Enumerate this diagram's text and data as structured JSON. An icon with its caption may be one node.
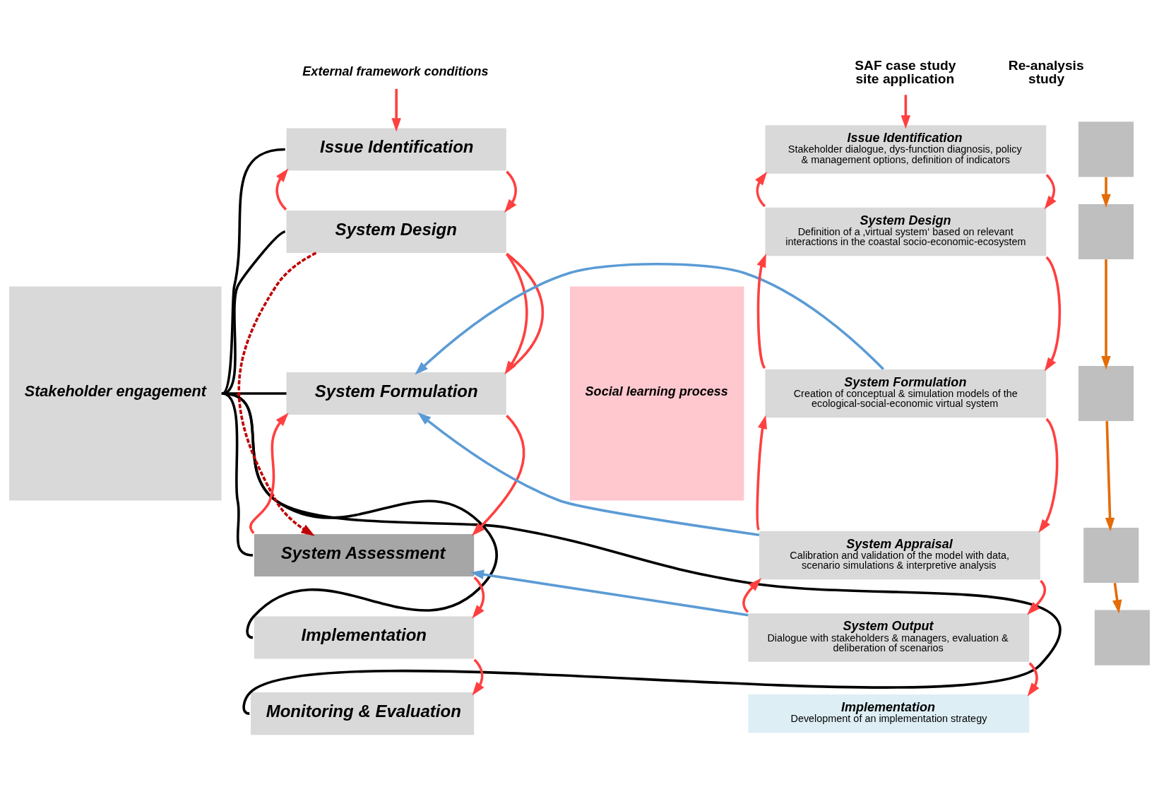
{
  "diagram": {
    "nodes": [
      {
        "text": [
          "External framework conditions"
        ]
      },
      {
        "text": [
          "Stakeholder engagement"
        ]
      },
      {
        "text": [
          "Issue Identification"
        ]
      },
      {
        "text": [
          "System Design"
        ]
      },
      {
        "text": [
          "System Formulation"
        ]
      },
      {
        "text": [
          "System Assessment"
        ]
      },
      {
        "text": [
          "Implementation"
        ]
      },
      {
        "text": [
          "Monitoring & Evaluation"
        ]
      },
      {
        "text": [
          "SAF case study site application"
        ]
      },
      {
        "text": [
          "Re-analysis study"
        ]
      },
      {
        "text": [
          "Social learning process"
        ]
      },
      {
        "text": [
          "Issue Identification",
          "Stakeholder dialogue, dys-function diagnosis, policy & management options, definition of indicators"
        ]
      },
      {
        "text": [
          "System Design",
          "Definition of a ‚virtual system‘ based on relevant interactions in the coastal socio-economic-ecosystem"
        ]
      },
      {
        "text": [
          "System Formulation",
          "Creation of conceptual & simulation models of the ecological-social-economic virtual system"
        ]
      },
      {
        "text": [
          "System Appraisal",
          "Calibration and validation of the model with data, scenario simulations & interpretive analysis"
        ]
      },
      {
        "text": [
          "System Output",
          "Dialogue with stakeholders & managers, evaluation & deliberation of scenarios"
        ]
      },
      {
        "text": [
          "Implementation",
          "Development of an implementation strategy"
        ]
      },
      {
        "text": [],
        "shape": "box"
      },
      {
        "text": [],
        "shape": "box"
      },
      {
        "text": [],
        "shape": "box"
      },
      {
        "text": [],
        "shape": "box"
      },
      {
        "text": [],
        "shape": "box"
      }
    ],
    "edges": [
      {
        "from": 0,
        "to": 2,
        "arrow": "to"
      },
      {
        "from": 1,
        "to": 2,
        "arrow": "none",
        "color": "#000000"
      },
      {
        "from": 1,
        "to": 3,
        "arrow": "none",
        "color": "#000000"
      },
      {
        "from": 1,
        "to": 4,
        "arrow": "none",
        "color": "#000000"
      },
      {
        "from": 1,
        "to": 5,
        "arrow": "none",
        "color": "#000000"
      },
      {
        "from": 1,
        "to": 6,
        "arrow": "none",
        "color": "#000000"
      },
      {
        "from": 1,
        "to": 7,
        "arrow": "none",
        "color": "#000000"
      },
      {
        "from": 2,
        "to": 3,
        "arrow": "to"
      },
      {
        "from": 3,
        "to": 2,
        "arrow": "to"
      },
      {
        "from": 3,
        "to": 4,
        "arrow": "to"
      },
      {
        "from": 3,
        "to": 4,
        "arrow": "none"
      },
      {
        "from": 4,
        "to": 5,
        "arrow": "to"
      },
      {
        "from": 5,
        "to": 4,
        "arrow": "to"
      },
      {
        "from": 3,
        "to": 5,
        "arrow": "to",
        "style": "dashed",
        "color": "#c00000"
      },
      {
        "from": 5,
        "to": 6,
        "arrow": "to"
      },
      {
        "from": 6,
        "to": 7,
        "arrow": "to"
      },
      {
        "from": 8,
        "to": 11,
        "arrow": "to"
      },
      {
        "from": 11,
        "to": 12,
        "arrow": "to"
      },
      {
        "from": 12,
        "to": 11,
        "arrow": "to"
      },
      {
        "from": 12,
        "to": 13,
        "arrow": "to"
      },
      {
        "from": 13,
        "to": 12,
        "arrow": "to"
      },
      {
        "from": 13,
        "to": 14,
        "arrow": "to"
      },
      {
        "from": 14,
        "to": 13,
        "arrow": "to"
      },
      {
        "from": 14,
        "to": 15,
        "arrow": "to"
      },
      {
        "from": 15,
        "to": 14,
        "arrow": "to"
      },
      {
        "from": 15,
        "to": 16,
        "arrow": "to"
      },
      {
        "from": 17,
        "to": 18,
        "arrow": "to",
        "color": "#e36c09"
      },
      {
        "from": 18,
        "to": 19,
        "arrow": "to",
        "color": "#e36c09"
      },
      {
        "from": 19,
        "to": 20,
        "arrow": "to",
        "color": "#e36c09"
      },
      {
        "from": 20,
        "to": 21,
        "arrow": "to",
        "color": "#e36c09"
      },
      {
        "from": 13,
        "to": 4,
        "arrow": "to",
        "color": "#5b9bd5"
      },
      {
        "from": 14,
        "to": 4,
        "arrow": "to",
        "color": "#5b9bd5"
      },
      {
        "from": 15,
        "to": 5,
        "arrow": "to",
        "color": "#5b9bd5"
      }
    ]
  }
}
